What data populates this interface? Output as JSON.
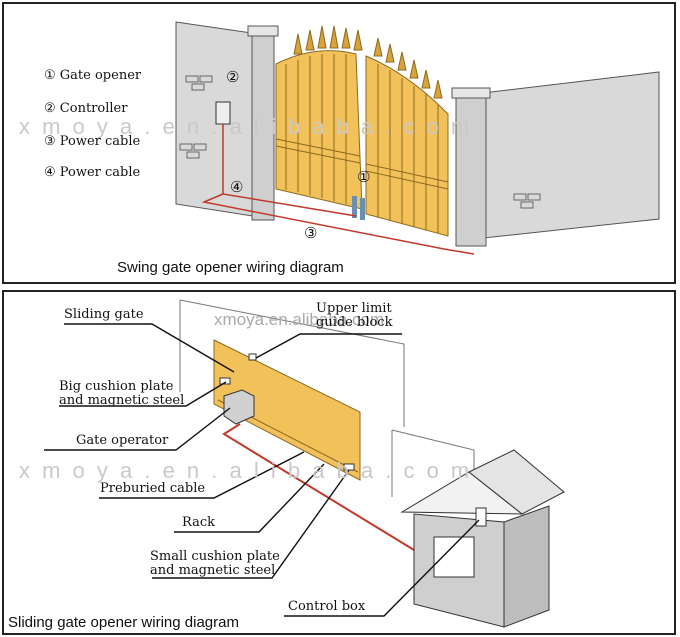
{
  "top_panel": {
    "legend": [
      {
        "num": "①",
        "text": "Gate opener"
      },
      {
        "num": "②",
        "text": "Controller"
      },
      {
        "num": "③",
        "text": "Power cable"
      },
      {
        "num": "④",
        "text": "Power cable"
      }
    ],
    "markers": {
      "one": "①",
      "two": "②",
      "three": "③",
      "four": "④"
    },
    "caption": "Swing gate opener wiring diagram",
    "watermark": "x m o y a . e n . a l i b a b a . c o m"
  },
  "bottom_panel": {
    "labels": {
      "sliding_gate": "Sliding gate",
      "upper_limit_1": "Upper limit",
      "upper_limit_2": "guide block",
      "big_cushion_1": "Big cushion plate",
      "big_cushion_2": "and magnetic steel",
      "gate_operator": "Gate operator",
      "preburied_cable": "Preburied cable",
      "rack": "Rack",
      "small_cushion_1": "Small cushion plate",
      "small_cushion_2": "and magnetic steel",
      "control_box": "Control box"
    },
    "caption": "Sliding gate opener wiring diagram",
    "watermark_small": "xmoya.en.alibaba.com",
    "watermark": "x m o y a . e n . a l i b a b a . c o m"
  },
  "colors": {
    "gate": "#f3c15a",
    "gate_stroke": "#8a6a20",
    "wall": "#d8d8d8",
    "cable": "#c0392b"
  }
}
